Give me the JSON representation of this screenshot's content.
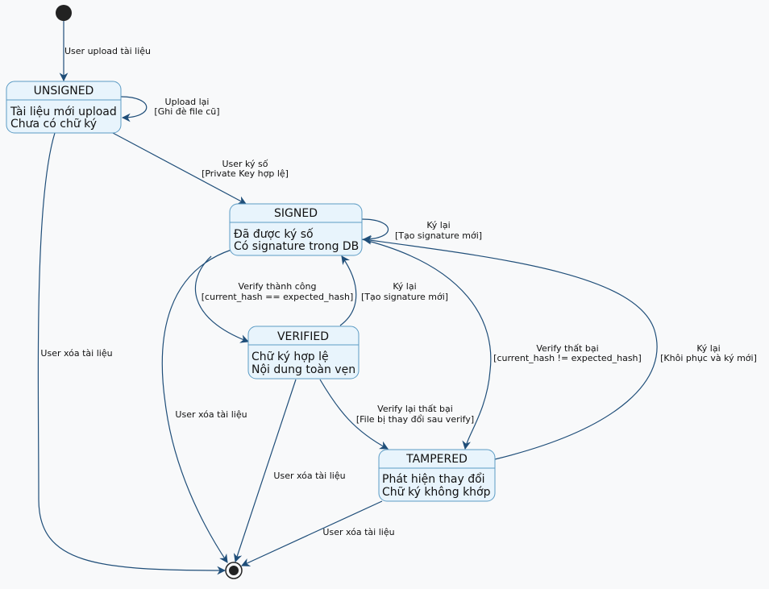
{
  "colors": {
    "background": "#f8f9fa",
    "state_fill": "#e8f4fc",
    "state_border": "#5b9bc4",
    "edge": "#1f4e79",
    "pseudo_state": "#222222"
  },
  "states": {
    "unsigned": {
      "name": "UNSIGNED",
      "lines": [
        "Tài liệu mới upload",
        "Chưa có chữ ký"
      ]
    },
    "signed": {
      "name": "SIGNED",
      "lines": [
        "Đã được ký số",
        "Có signature trong DB"
      ]
    },
    "verified": {
      "name": "VERIFIED",
      "lines": [
        "Chữ ký hợp lệ",
        "Nội dung toàn vẹn"
      ]
    },
    "tampered": {
      "name": "TAMPERED",
      "lines": [
        "Phát hiện thay đổi",
        "Chữ ký không khớp"
      ]
    }
  },
  "transitions": {
    "start_to_unsigned": [
      "User upload tài liệu"
    ],
    "unsigned_self": [
      "Upload lại",
      "[Ghi đè file cũ]"
    ],
    "unsigned_to_signed": [
      "User ký số",
      "[Private Key hợp lệ]"
    ],
    "unsigned_to_end": [
      "User xóa tài liệu"
    ],
    "signed_self": [
      "Ký lại",
      "[Tạo signature mới]"
    ],
    "signed_to_verified": [
      "Verify thành công",
      "[current_hash == expected_hash]"
    ],
    "verified_to_signed": [
      "Ký lại",
      "[Tạo signature mới]"
    ],
    "signed_to_tampered": [
      "Verify thất bại",
      "[current_hash != expected_hash]"
    ],
    "tampered_to_signed": [
      "Ký lại",
      "[Khôi phục và ký mới]"
    ],
    "signed_to_end": [
      "User xóa tài liệu"
    ],
    "verified_to_tampered": [
      "Verify lại thất bại",
      "[File bị thay đổi sau verify]"
    ],
    "verified_to_end": [
      "User xóa tài liệu"
    ],
    "tampered_to_end": [
      "User xóa tài liệu"
    ]
  }
}
